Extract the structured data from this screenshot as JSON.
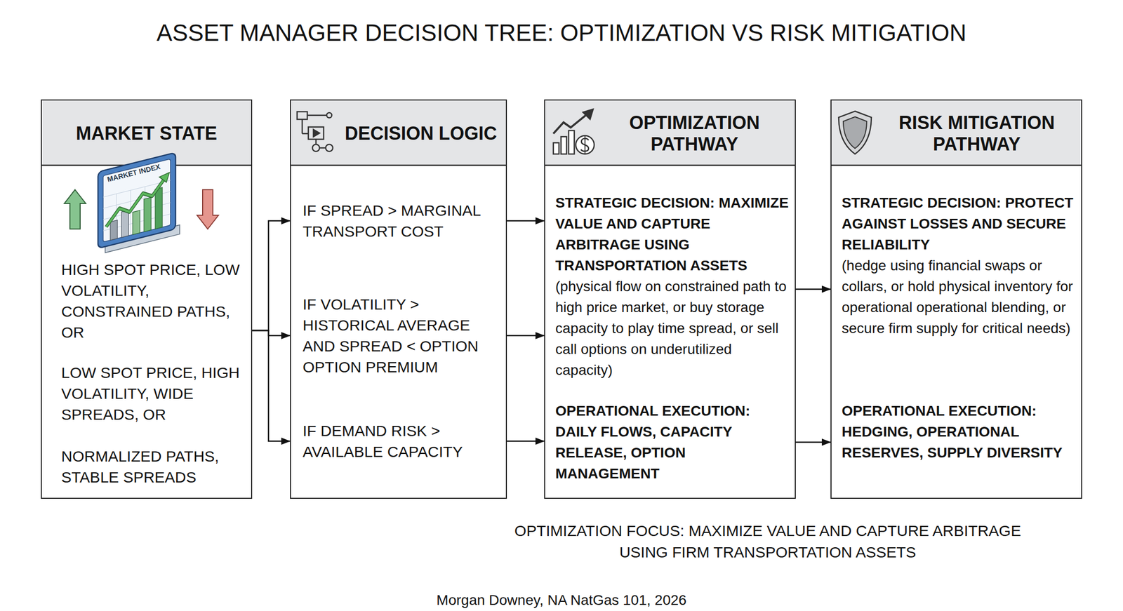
{
  "diagram": {
    "title": "ASSET MANAGER DECISION TREE: OPTIMIZATION VS RISK MITIGATION",
    "caption": "Morgan Downey, NA NatGas 101, 2026",
    "nodes": [
      {
        "text": [
          "MARKET STATE",
          "HIGH SPOT PRICE, LOW VOLATILITY, CONSTRAINED PATHS, OR",
          "LOW SPOT PRICE, HIGH VOLATILITY, WIDE SPREADS, OR",
          "NORMALIZED PATHS, STABLE SPREADS"
        ]
      },
      {
        "text": [
          "DECISION LOGIC",
          "IF SPREAD > MARGINAL TRANSPORT COST",
          "IF VOLATILITY > HISTORICAL AVERAGE AND SPREAD < OPTION OPTION PREMIUM",
          "IF DEMAND RISK > AVAILABLE CAPACITY"
        ]
      },
      {
        "text": [
          "OPTIMIZATION PATHWAY",
          "STRATEGIC DECISION: MAXIMIZE VALUE AND CAPTURE ARBITRAGE USING TRANSPORTATION ASSETS",
          "(physical flow on constrained path to high price market, or buy storage capacity to play time spread, or sell call options on underutilized capacity)",
          "OPERATIONAL EXECUTION: DAILY FLOWS, CAPACITY RELEASE, OPTION MANAGEMENT"
        ]
      },
      {
        "text": [
          "RISK MITIGATION PATHWAY",
          "STRATEGIC DECISION: PROTECT AGAINST LOSSES AND SECURE RELIABILITY",
          "(hedge using financial swaps or collars, or hold physical inventory for operational operational blending, or secure firm supply for critical needs)",
          "OPERATIONAL EXECUTION: HEDGING, OPERATIONAL RESERVES, SUPPLY DIVERSITY"
        ]
      }
    ],
    "edges": [
      {
        "from": 0,
        "to": 1,
        "arrow": "to"
      },
      {
        "from": 0,
        "to": 1,
        "arrow": "to"
      },
      {
        "from": 0,
        "to": 1,
        "arrow": "to"
      },
      {
        "from": 1,
        "to": 2,
        "arrow": "to"
      },
      {
        "from": 1,
        "to": 2,
        "arrow": "to"
      },
      {
        "from": 1,
        "to": 2,
        "arrow": "to"
      },
      {
        "from": 2,
        "to": 3,
        "arrow": "to"
      },
      {
        "from": 2,
        "to": 3,
        "arrow": "to"
      }
    ],
    "labels": [
      "MARKET INDEX",
      "OPTIMIZATION FOCUS: MAXIMIZE VALUE AND CAPTURE ARBITRAGE USING FIRM TRANSPORTATION ASSETS"
    ]
  }
}
